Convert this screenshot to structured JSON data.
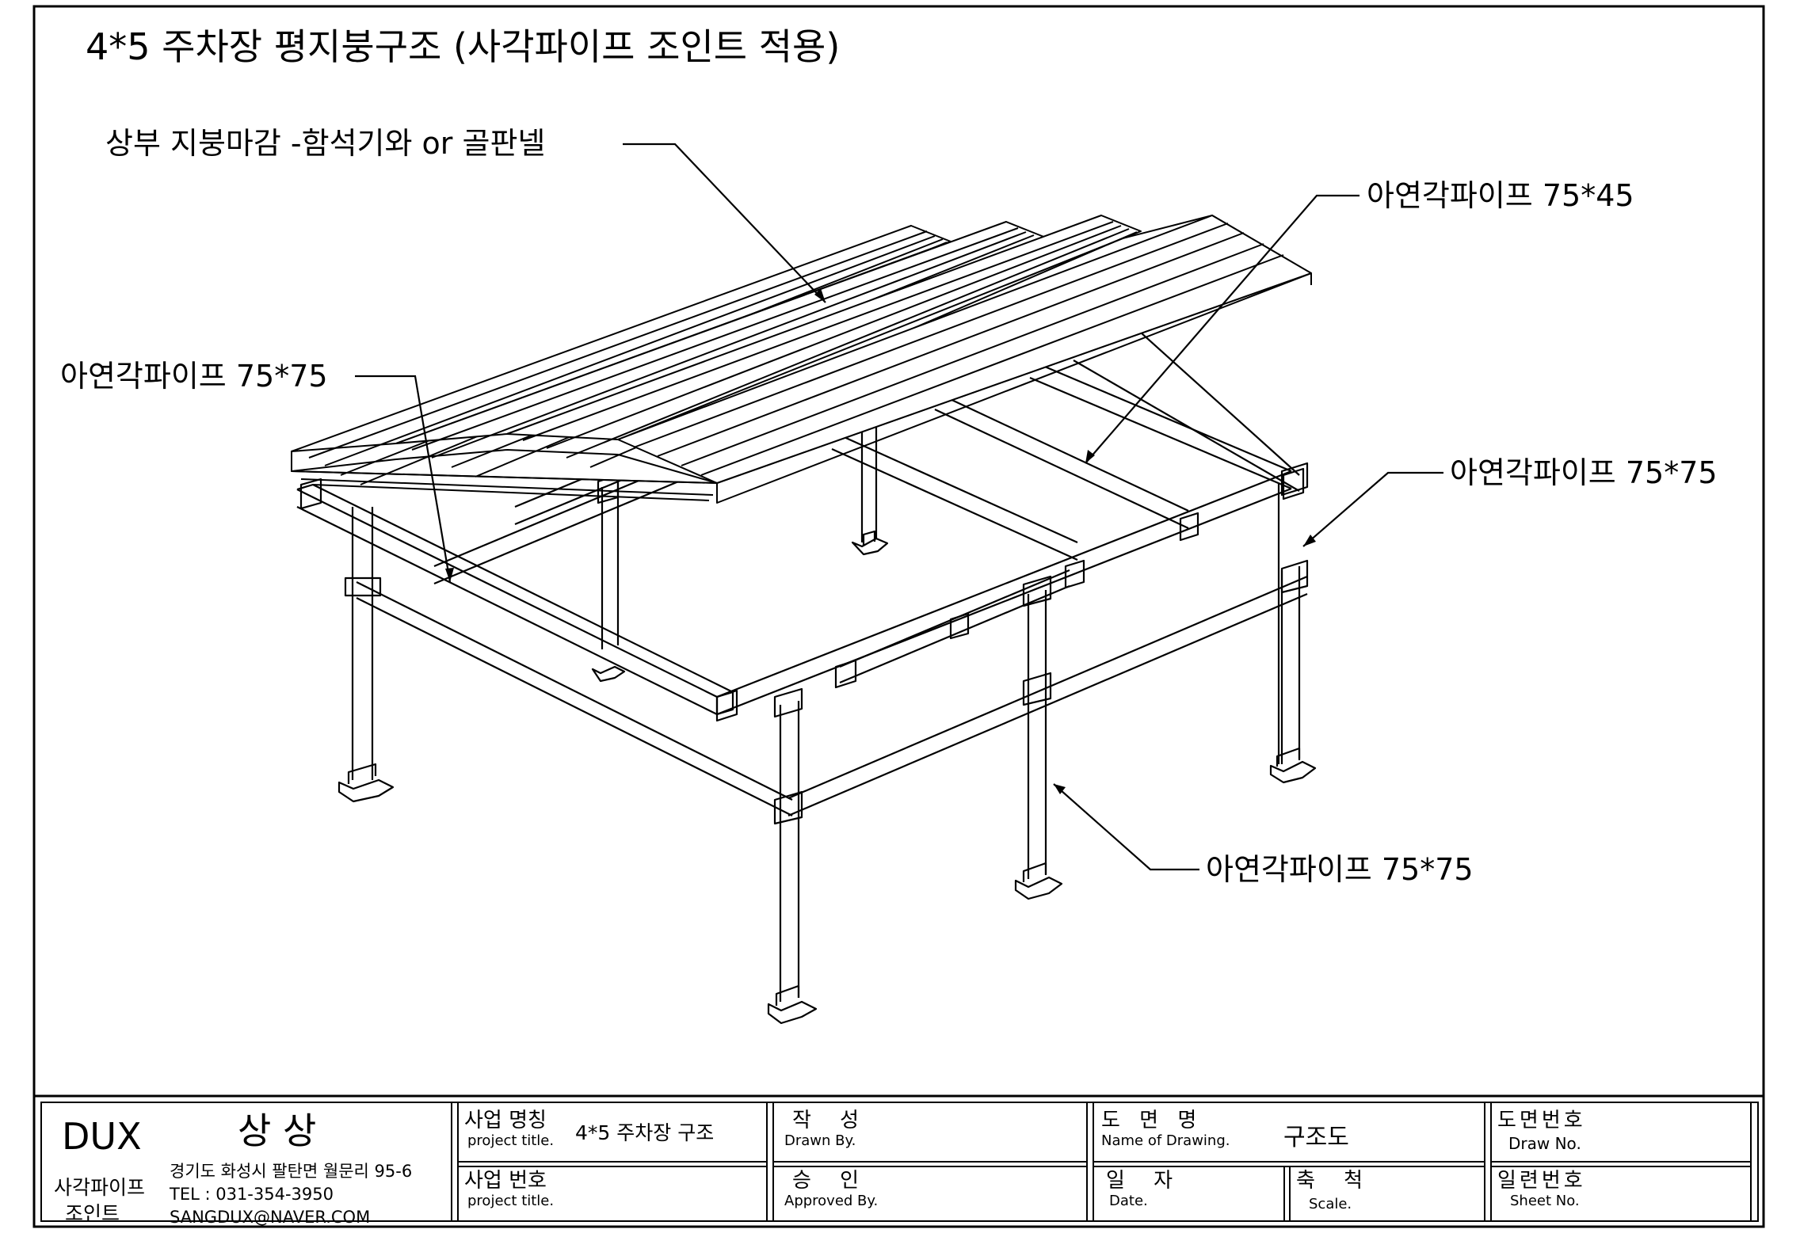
{
  "drawing_title": "4*5 주차장 평지붕구조 (사각파이프 조인트 적용)",
  "callouts": {
    "roof_finish": "상부 지붕마감 -함석기와 or 골판넬",
    "purlin": "아연각파이프 75*45",
    "left_beam": "아연각파이프 75*75",
    "right_beam": "아연각파이프 75*75",
    "column": "아연각파이프 75*75"
  },
  "title_block": {
    "company_brand": "DUX",
    "company_name": "상 상",
    "company_sub_line1": "사각파이프",
    "company_sub_line2": "조인트",
    "address": "경기도 화성시 팔탄면 월문리 95-6",
    "tel": "TEL : 031-354-3950",
    "email": "SANGDUX@NAVER.COM",
    "project_name_kr": "사업 명칭",
    "project_name_en": "project title.",
    "project_name_value": "4*5 주차장 구조",
    "project_no_kr": "사업 번호",
    "project_no_en": "project title.",
    "drawn_kr": "작 성",
    "drawn_en": "Drawn By.",
    "approved_kr": "승 인",
    "approved_en": "Approved By.",
    "drawing_name_kr": "도 면 명",
    "drawing_name_en": "Name of Drawing.",
    "drawing_name_value": "구조도",
    "date_kr": "일 자",
    "date_en": "Date.",
    "scale_kr": "축 척",
    "scale_en": "Scale.",
    "draw_no_kr": "도면번호",
    "draw_no_en": "Draw No.",
    "sheet_no_kr": "일련번호",
    "sheet_no_en": "Sheet No."
  }
}
